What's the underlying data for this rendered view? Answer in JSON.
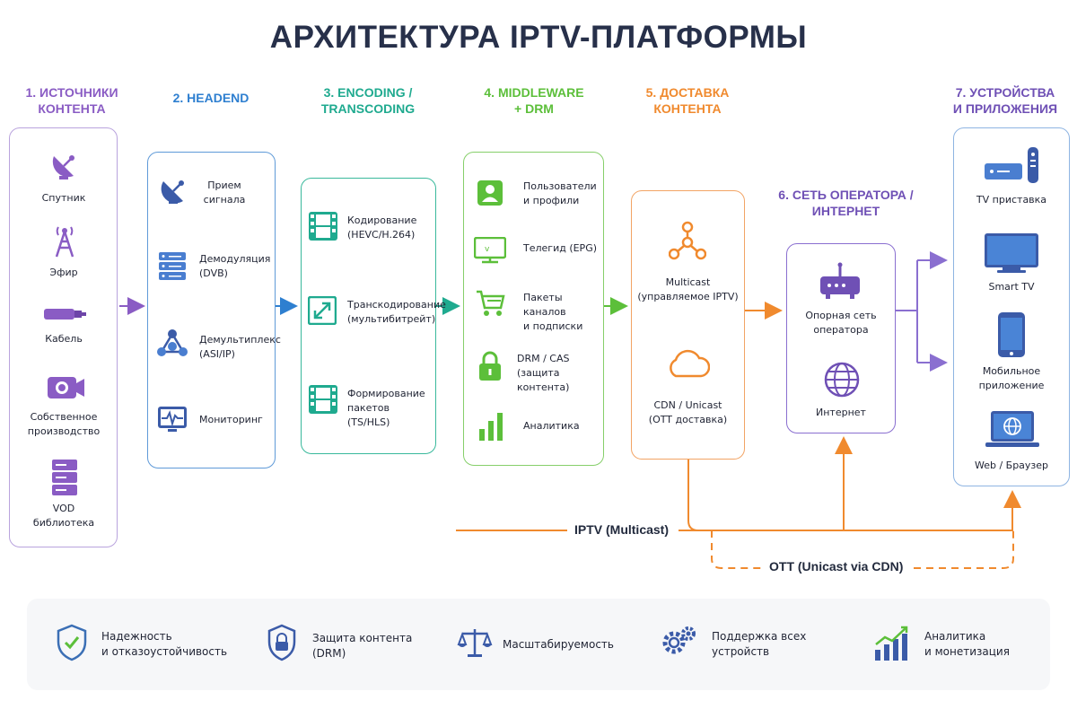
{
  "title": "АРХИТЕКТУРА IPTV-ПЛАТФОРМЫ",
  "colors": {
    "purple": "#8a5cc4",
    "blue": "#2e7fd0",
    "teal": "#1faa8f",
    "green": "#5cbf3a",
    "orange": "#f08a2e",
    "violet": "#6f50b5",
    "icon_blue": "#3b5ba8"
  },
  "columns": {
    "sources": {
      "title_1": "1. ИСТОЧНИКИ",
      "title_2": "КОНТЕНТА",
      "items": [
        {
          "label_1": "Спутник",
          "icon": "satellite-dish-icon"
        },
        {
          "label_1": "Эфир",
          "icon": "antenna-tower-icon"
        },
        {
          "label_1": "Кабель",
          "icon": "cable-icon"
        },
        {
          "label_1": "Собственное",
          "label_2": "производство",
          "icon": "camera-icon"
        },
        {
          "label_1": "VOD",
          "label_2": "библиотека",
          "icon": "server-icon"
        }
      ]
    },
    "headend": {
      "title_1": "2. HEADEND",
      "items": [
        {
          "label_1": "Прием",
          "label_2": "сигнала",
          "icon": "satellite-dish-icon"
        },
        {
          "label_1": "Демодуляция",
          "label_2": "(DVB)",
          "icon": "server-rack-icon"
        },
        {
          "label_1": "Демультиплекс",
          "label_2": "(ASI/IP)",
          "icon": "network-nodes-icon"
        },
        {
          "label_1": "Мониторинг",
          "icon": "monitor-waveform-icon"
        }
      ]
    },
    "encoding": {
      "title_1": "3. ENCODING /",
      "title_2": "TRANSCODING",
      "items": [
        {
          "label_1": "Кодирование",
          "label_2": "(HEVC/H.264)",
          "icon": "film-icon"
        },
        {
          "label_1": "Транскодирование",
          "label_2": "(мультибитрейт)",
          "icon": "expand-arrows-icon"
        },
        {
          "label_1": "Формирование",
          "label_2": "пакетов (TS/HLS)",
          "icon": "film-icon"
        }
      ]
    },
    "middleware": {
      "title_1": "4. MIDDLEWARE",
      "title_2": "+ DRM",
      "items": [
        {
          "label_1": "Пользователи",
          "label_2": "и профили",
          "icon": "user-profile-icon"
        },
        {
          "label_1": "Телегид (EPG)",
          "icon": "tv-guide-icon"
        },
        {
          "label_1": "Пакеты каналов",
          "label_2": "и подписки",
          "icon": "shopping-cart-icon"
        },
        {
          "label_1": "DRM / CAS",
          "label_2": "(защита контента)",
          "icon": "lock-icon"
        },
        {
          "label_1": "Аналитика",
          "icon": "bar-chart-icon"
        }
      ]
    },
    "delivery": {
      "title_1": "5. ДОСТАВКА",
      "title_2": "КОНТЕНТА",
      "items": [
        {
          "label_1": "Multicast",
          "label_2": "(управляемое IPTV)",
          "icon": "multicast-nodes-icon"
        },
        {
          "label_1": "CDN / Unicast",
          "label_2": "(OTT доставка)",
          "icon": "cloud-icon"
        }
      ]
    },
    "operator": {
      "title_1": "6. СЕТЬ ОПЕРАТОРА /",
      "title_2": "ИНТЕРНЕТ",
      "items": [
        {
          "label_1": "Опорная сеть",
          "label_2": "оператора",
          "icon": "router-icon"
        },
        {
          "label_1": "Интернет",
          "icon": "globe-icon"
        }
      ]
    },
    "devices": {
      "title_1": "7. УСТРОЙСТВА",
      "title_2": "И ПРИЛОЖЕНИЯ",
      "items": [
        {
          "label_1": "TV приставка",
          "icon": "set-top-box-icon"
        },
        {
          "label_1": "Smart TV",
          "icon": "smart-tv-icon"
        },
        {
          "label_1": "Мобильное",
          "label_2": "приложение",
          "icon": "smartphone-icon"
        },
        {
          "label_1": "Web / Браузер",
          "icon": "laptop-globe-icon"
        }
      ]
    }
  },
  "flows": {
    "iptv": "IPTV (Multicast)",
    "ott": "OTT (Unicast via CDN)"
  },
  "features": [
    {
      "label_1": "Надежность",
      "label_2": "и отказоустойчивость",
      "icon": "shield-check-icon"
    },
    {
      "label_1": "Защита контента",
      "label_2": "(DRM)",
      "icon": "shield-lock-icon"
    },
    {
      "label_1": "Масштабируемость",
      "icon": "scales-icon"
    },
    {
      "label_1": "Поддержка всех",
      "label_2": "устройств",
      "icon": "gears-icon"
    },
    {
      "label_1": "Аналитика",
      "label_2": "и монетизация",
      "icon": "growth-chart-icon"
    }
  ]
}
